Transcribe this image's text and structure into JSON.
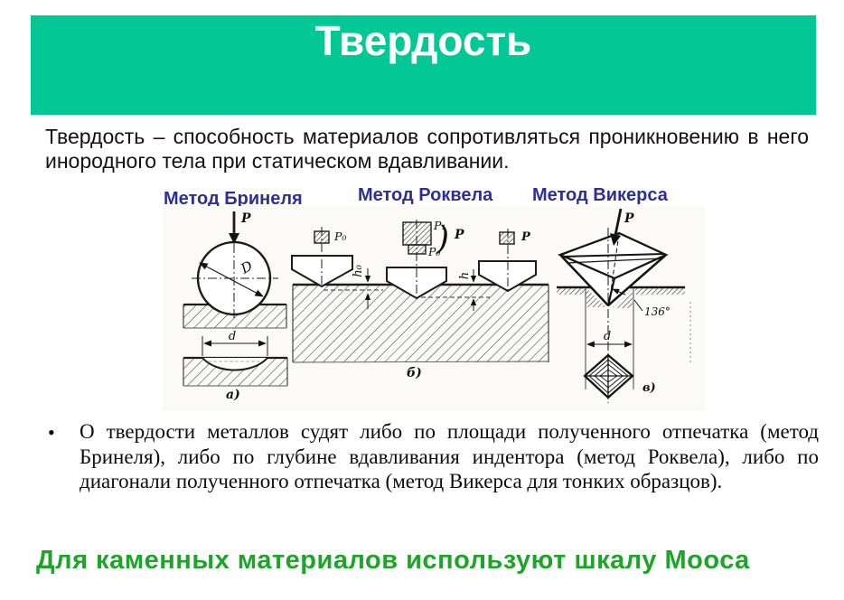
{
  "slide": {
    "title": "Твердость",
    "definition": "Твердость – способность материалов сопротивляться проникновению в него инородного тела при статическом вдавливании.",
    "bullet_char": "•",
    "bullet_text": "О твердости металлов судят либо по площади полученного отпечатка (метод Бринеля), либо по глубине вдавливания индентора (метод Роквела), либо по диагонали полученного отпечатка (метод Викерса для тонких образцов).",
    "footer": "Для каменных материалов используют шкалу Мооса"
  },
  "methods": [
    {
      "label": "Метод Бринеля"
    },
    {
      "label": "Метод Роквела"
    },
    {
      "label": "Метод Викерса"
    }
  ],
  "diagram": {
    "labels": {
      "p_brinell": "P",
      "diameter": "D",
      "d_brinell": "d",
      "cap_a": "а)",
      "p0_left": "P₀",
      "p1": "P₁",
      "p0_mid": "P₀",
      "brace": ")",
      "p_sum": "P",
      "p_right": "P",
      "h0": "h₀",
      "h": "h",
      "cap_b": "б)",
      "p_vickers": "P",
      "angle": "136°",
      "d_vickers": "d",
      "cap_v": "в)"
    }
  },
  "colors": {
    "banner": "#04c796",
    "method_label": "#2d2f92",
    "footer_green": "#1fa32a"
  }
}
